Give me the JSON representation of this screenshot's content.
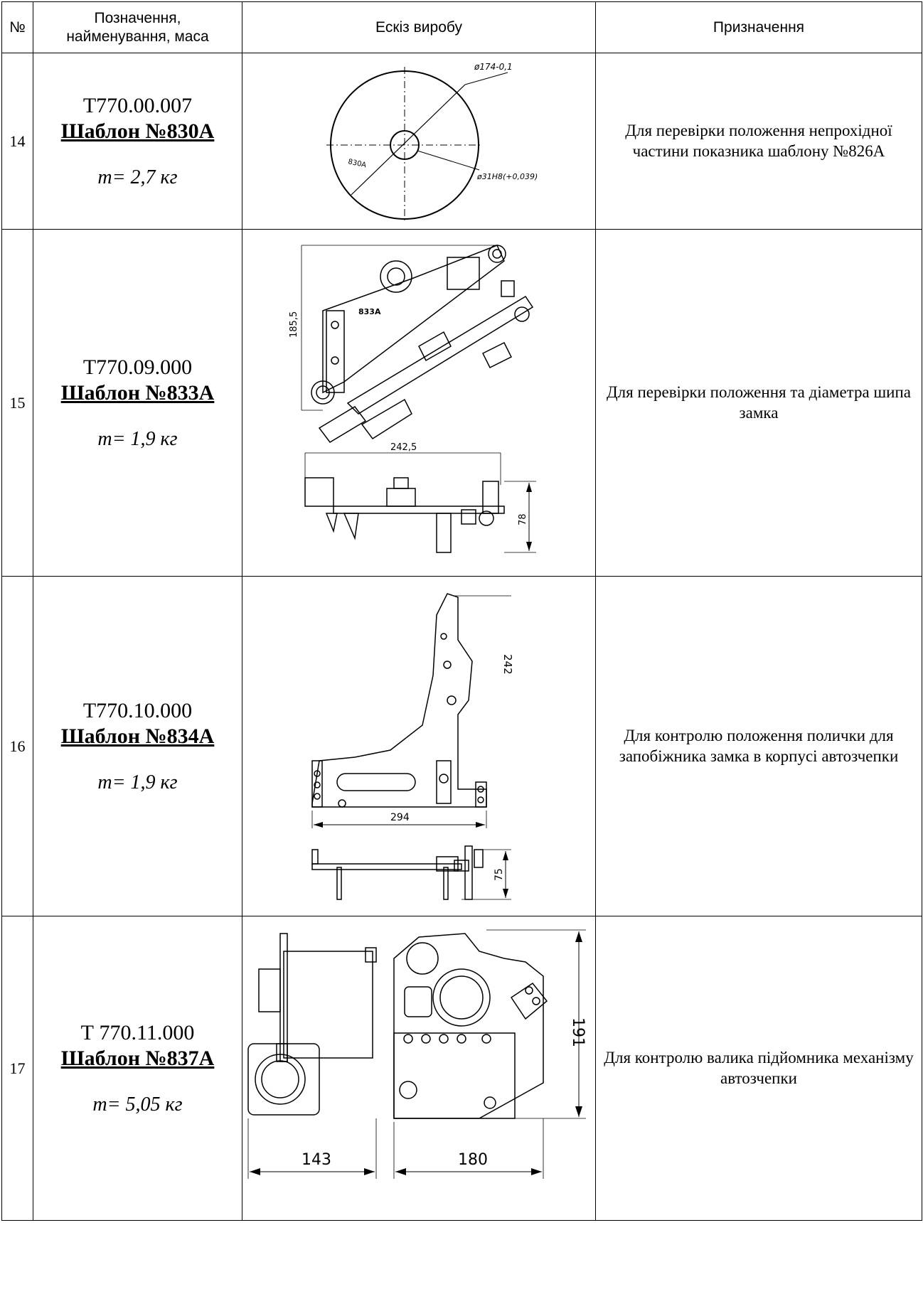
{
  "headers": {
    "num": "№",
    "designation": "Позначення,\nнайменування, маса",
    "sketch": "Ескіз виробу",
    "purpose": "Призначення"
  },
  "rows": [
    {
      "num": "14",
      "code": "Т770.00.007",
      "name": "Шаблон №830А",
      "mass": "m= 2,7 кг",
      "purpose": "Для перевірки положення непрохідної частини показника шаблону №826А",
      "sketch_labels": {
        "d_outer": "ø174-0,1",
        "d_inner": "ø31H8(+0,039)",
        "part": "830A"
      }
    },
    {
      "num": "15",
      "code": "Т770.09.000",
      "name": "Шаблон №833А",
      "mass": "m= 1,9 кг",
      "purpose": "Для перевірки положення та діаметра шипа замка",
      "sketch_labels": {
        "height": "185,5",
        "width": "242,5",
        "side": "78",
        "part": "833A"
      }
    },
    {
      "num": "16",
      "code": "Т770.10.000",
      "name": "Шаблон №834А",
      "mass": "m= 1,9 кг",
      "purpose": "Для контролю положення полички для запобіжника замка в корпусі автозчепки",
      "sketch_labels": {
        "height": "242",
        "width": "294",
        "side": "75"
      }
    },
    {
      "num": "17",
      "code": "Т 770.11.000",
      "name": "Шаблон №837А",
      "mass": "m= 5,05 кг",
      "purpose": "Для контролю валика підйомника механізму автозчепки",
      "sketch_labels": {
        "height": "191",
        "width_left": "143",
        "width_right": "180"
      }
    }
  ]
}
